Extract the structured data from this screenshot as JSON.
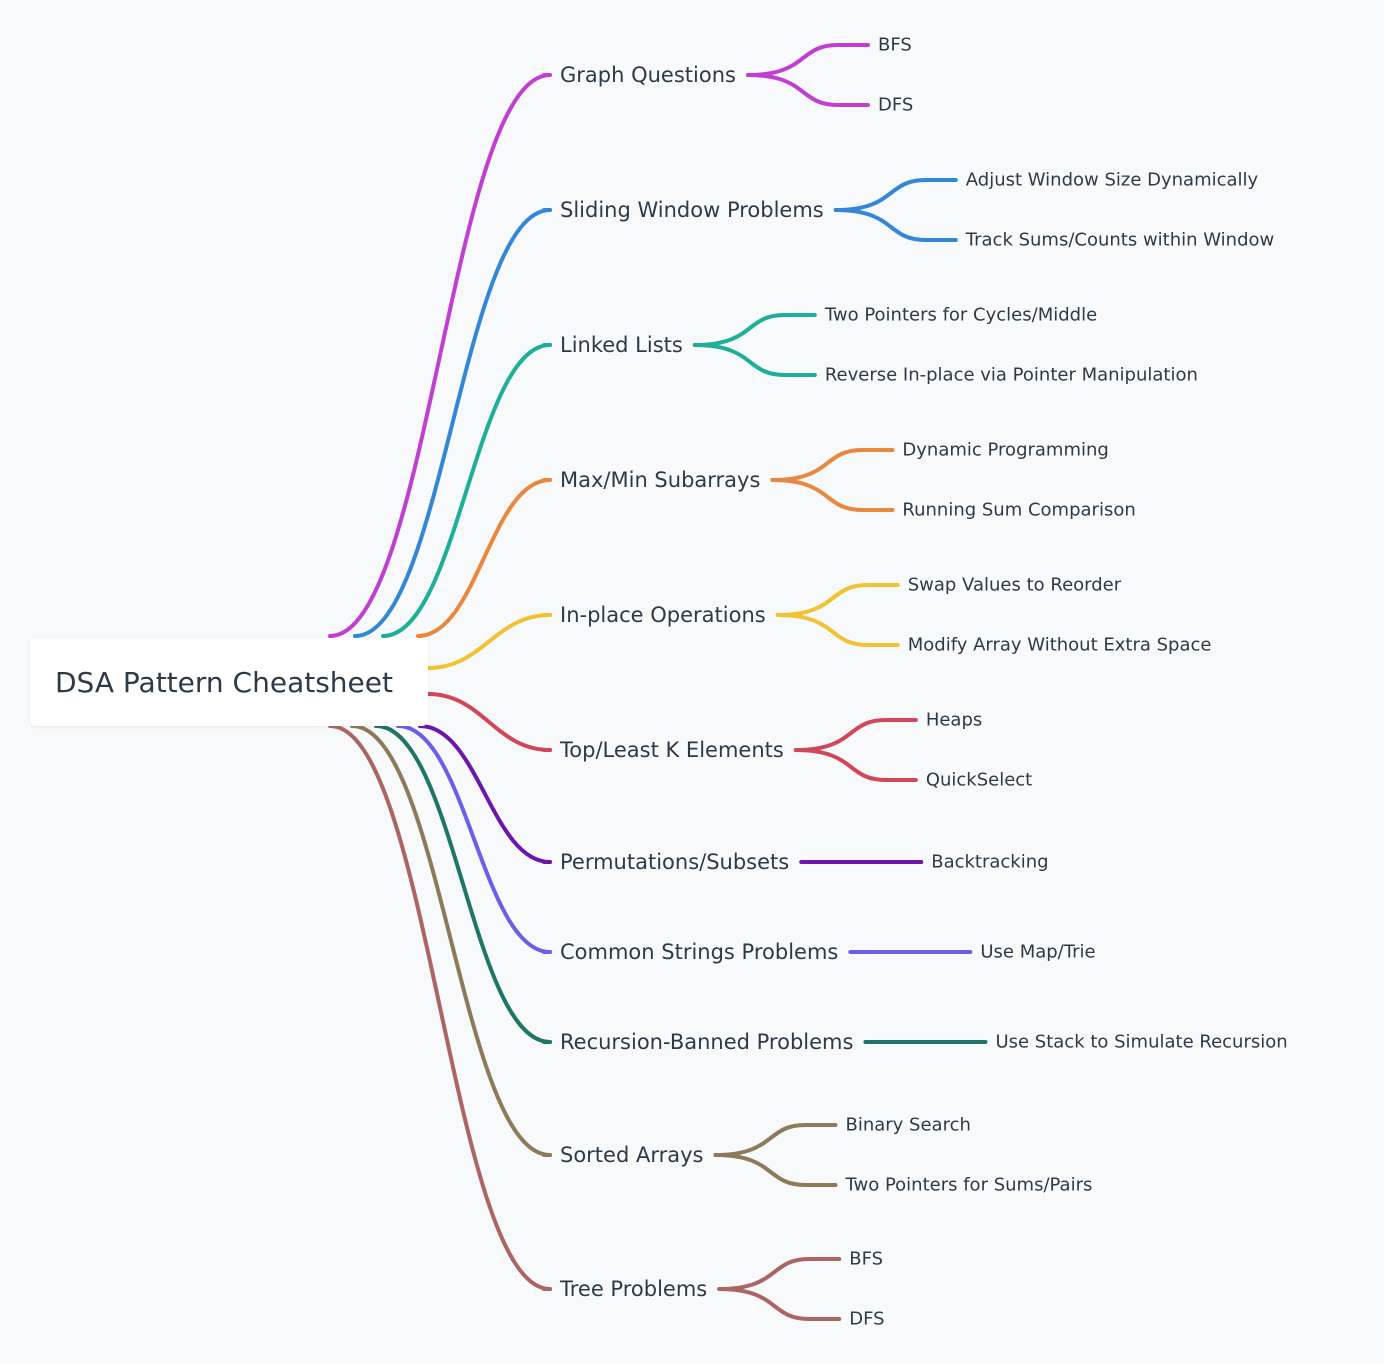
{
  "root": {
    "title": "DSA Pattern Cheatsheet"
  },
  "branches": [
    {
      "label": "Graph Questions",
      "color": "#c03fd1",
      "children": [
        "BFS",
        "DFS"
      ]
    },
    {
      "label": "Sliding Window Problems",
      "color": "#3387d4",
      "children": [
        "Adjust Window Size Dynamically",
        "Track Sums/Counts within Window"
      ]
    },
    {
      "label": "Linked Lists",
      "color": "#1fae99",
      "children": [
        "Two Pointers for Cycles/Middle",
        "Reverse In-place via Pointer Manipulation"
      ]
    },
    {
      "label": "Max/Min Subarrays",
      "color": "#e8873e",
      "children": [
        "Dynamic Programming",
        "Running Sum Comparison"
      ]
    },
    {
      "label": "In-place Operations",
      "color": "#f1c232",
      "children": [
        "Swap Values to Reorder",
        "Modify Array Without Extra Space"
      ]
    },
    {
      "label": "Top/Least K Elements",
      "color": "#d04759",
      "children": [
        "Heaps",
        "QuickSelect"
      ]
    },
    {
      "label": "Permutations/Subsets",
      "color": "#6c17ac",
      "children": [
        "Backtracking"
      ]
    },
    {
      "label": "Common Strings Problems",
      "color": "#6b5fe8",
      "children": [
        "Use Map/Trie"
      ]
    },
    {
      "label": "Recursion-Banned Problems",
      "color": "#1f7566",
      "children": [
        "Use Stack to Simulate Recursion"
      ]
    },
    {
      "label": "Sorted Arrays",
      "color": "#8c7a5a",
      "children": [
        "Binary Search",
        "Two Pointers for Sums/Pairs"
      ]
    },
    {
      "label": "Tree Problems",
      "color": "#ac6565",
      "children": [
        "BFS",
        "DFS"
      ]
    }
  ]
}
